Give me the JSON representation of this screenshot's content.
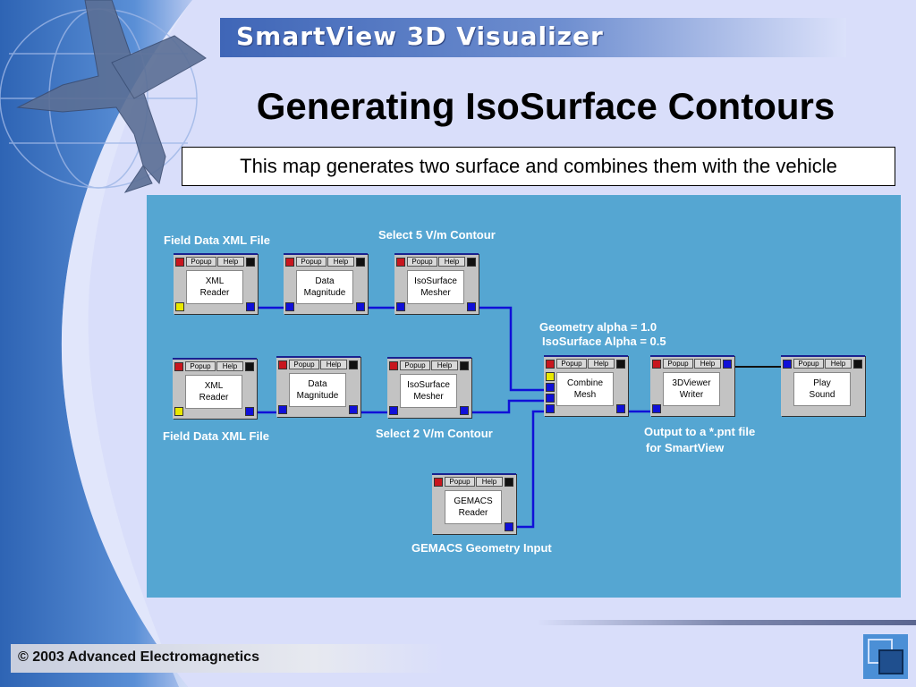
{
  "banner": {
    "title": "SmartView 3D Visualizer"
  },
  "slide": {
    "title": "Generating IsoSurface Contours",
    "subtitle": "This map generates two surface and combines them with the vehicle"
  },
  "labels": {
    "field_xml_top": "Field Data XML File",
    "select_5": "Select 5 V/m Contour",
    "geometry_alpha": "Geometry alpha = 1.0",
    "iso_alpha": "IsoSurface Alpha = 0.5",
    "field_xml_bottom": "Field Data XML File",
    "select_2": "Select 2 V/m Contour",
    "output_line1": "Output to a *.pnt file",
    "output_line2": "for SmartView",
    "gemacs_input": "GEMACS Geometry Input"
  },
  "module_buttons": {
    "popup": "Popup",
    "help": "Help"
  },
  "modules": [
    {
      "id": "xml-reader-1",
      "name": "XML\nReader"
    },
    {
      "id": "data-magnitude-1",
      "name": "Data\nMagnitude"
    },
    {
      "id": "isosurface-mesher-1",
      "name": "IsoSurface\nMesher"
    },
    {
      "id": "xml-reader-2",
      "name": "XML\nReader"
    },
    {
      "id": "data-magnitude-2",
      "name": "Data\nMagnitude"
    },
    {
      "id": "isosurface-mesher-2",
      "name": "IsoSurface\nMesher"
    },
    {
      "id": "combine-mesh",
      "name": "Combine\nMesh"
    },
    {
      "id": "3dviewer-writer",
      "name": "3DViewer\nWriter"
    },
    {
      "id": "play-sound",
      "name": "Play\nSound"
    },
    {
      "id": "gemacs-reader",
      "name": "GEMACS\nReader"
    }
  ],
  "footer": {
    "copyright": "© 2003 Advanced Electromagnetics"
  },
  "colors": {
    "slide_bg": "#d9defa",
    "diagram_bg": "#55a6d2",
    "wire": "#1010d8",
    "module_bg": "#c3c3c3",
    "banner_blue": "#3f66b7"
  }
}
